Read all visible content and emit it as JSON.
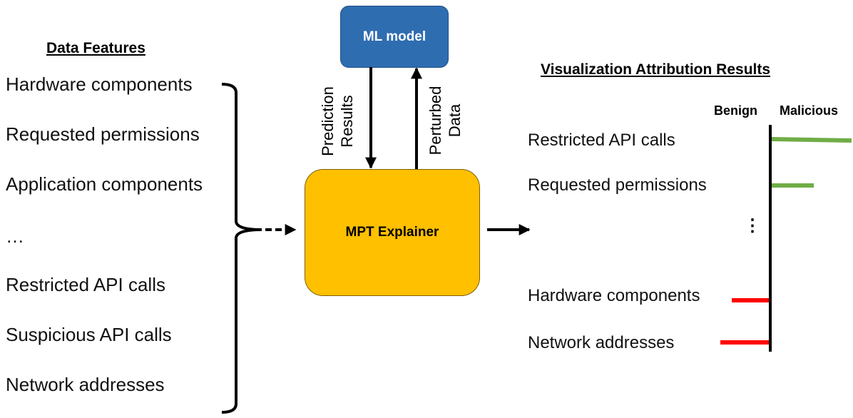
{
  "left_panel": {
    "heading": "Data Features",
    "features": [
      "Hardware components",
      "Requested permissions",
      "Application components",
      "…",
      "Restricted API calls",
      "Suspicious API calls",
      "Network addresses"
    ]
  },
  "model_box": {
    "label": "ML model"
  },
  "explainer_box": {
    "label": "MPT Explainer"
  },
  "arrows": {
    "down_label_line1": "Prediction",
    "down_label_line2": "Results",
    "up_label_line1": "Perturbed",
    "up_label_line2": "Data"
  },
  "right_panel": {
    "heading": "Visualization Attribution Results",
    "benign_label": "Benign",
    "malicious_label": "Malicious",
    "ellipsis": "⋮",
    "results": [
      {
        "label": "Restricted API calls",
        "direction": "malicious",
        "color": "#70ad47"
      },
      {
        "label": "Requested permissions",
        "direction": "malicious",
        "color": "#70ad47"
      },
      {
        "label": "Hardware components",
        "direction": "benign",
        "color": "#ff0000"
      },
      {
        "label": "Network addresses",
        "direction": "benign",
        "color": "#ff0000"
      }
    ]
  }
}
